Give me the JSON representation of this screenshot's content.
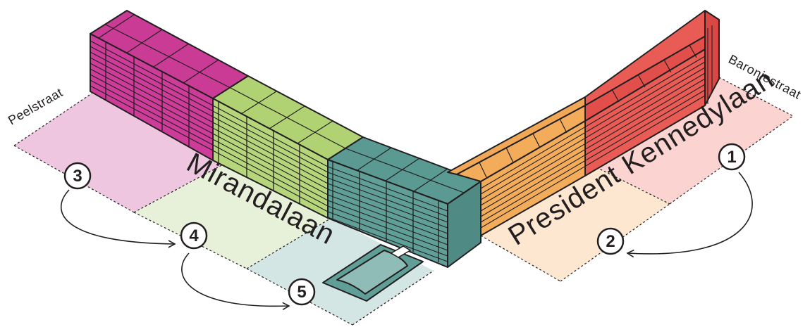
{
  "streets": {
    "mirandalaan": "Mirandalaan",
    "president_kennedylaan": "President Kennedylaan",
    "peelstraat": "Peelstraat",
    "baroniestraat": "Baroniestraat"
  },
  "markers": [
    "1",
    "2",
    "3",
    "4",
    "5"
  ],
  "colors": {
    "magenta": "#cc3c98",
    "lime": "#b5d67a",
    "teal": "#5f9f98",
    "orange": "#f2ac5a",
    "red": "#e95b55",
    "zone_pink": "#efc6e0",
    "zone_green": "#e7f1d9",
    "zone_teal": "#d3e6e4",
    "zone_peach": "#fde7d0",
    "zone_rose": "#fbd3d1"
  }
}
